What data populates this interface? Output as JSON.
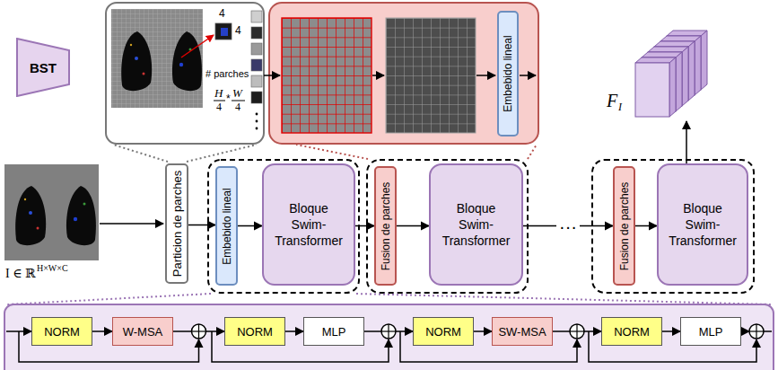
{
  "diagram": {
    "nodes": [
      {
        "text": [
          "BST"
        ]
      },
      {
        "text": [
          "Embebido lineal"
        ]
      },
      {
        "text": [
          "F",
          "I"
        ]
      },
      {
        "text": [
          "Particion de parches"
        ]
      },
      {
        "text": [
          "Embebido lineal"
        ]
      },
      {
        "text": [
          "Bloque Swim-Transformer"
        ]
      },
      {
        "text": [
          "Fusion de parches"
        ]
      },
      {
        "text": [
          "Bloque Swim-Transformer"
        ]
      },
      {
        "text": [
          "Fusion de parches"
        ]
      },
      {
        "text": [
          "Bloque Swim-Transformer"
        ]
      },
      {
        "text": [
          "NORM"
        ]
      },
      {
        "text": [
          "W-MSA"
        ]
      },
      {
        "text": [
          "NORM"
        ]
      },
      {
        "text": [
          "MLP"
        ]
      },
      {
        "text": [
          "NORM"
        ]
      },
      {
        "text": [
          "SW-MSA"
        ]
      },
      {
        "text": [
          "NORM"
        ]
      },
      {
        "text": [
          "MLP"
        ]
      }
    ],
    "edges": [
      {
        "from": 3,
        "to": 4,
        "arrow": "to"
      },
      {
        "from": 4,
        "to": 5,
        "arrow": "to"
      },
      {
        "from": 5,
        "to": 6,
        "arrow": "to"
      },
      {
        "from": 6,
        "to": 7,
        "arrow": "to"
      },
      {
        "from": 7,
        "to": 8,
        "label": "···",
        "arrow": "to"
      },
      {
        "from": 8,
        "to": 9,
        "arrow": "to"
      },
      {
        "from": 9,
        "to": 2,
        "arrow": "to"
      },
      {
        "from": 10,
        "to": 11,
        "arrow": "to"
      },
      {
        "from": 11,
        "to": 12,
        "arrow": "to"
      },
      {
        "from": 12,
        "to": 13,
        "arrow": "to"
      },
      {
        "from": 13,
        "to": 14,
        "arrow": "to"
      },
      {
        "from": 14,
        "to": 15,
        "arrow": "to"
      },
      {
        "from": 15,
        "to": 16,
        "arrow": "to"
      },
      {
        "from": 16,
        "to": 17,
        "arrow": "to"
      }
    ],
    "labels": [
      "4",
      "4",
      "# parches",
      "H",
      "4",
      "*",
      "W",
      "4",
      "I ∈ ℝ",
      "H×W×C"
    ]
  }
}
